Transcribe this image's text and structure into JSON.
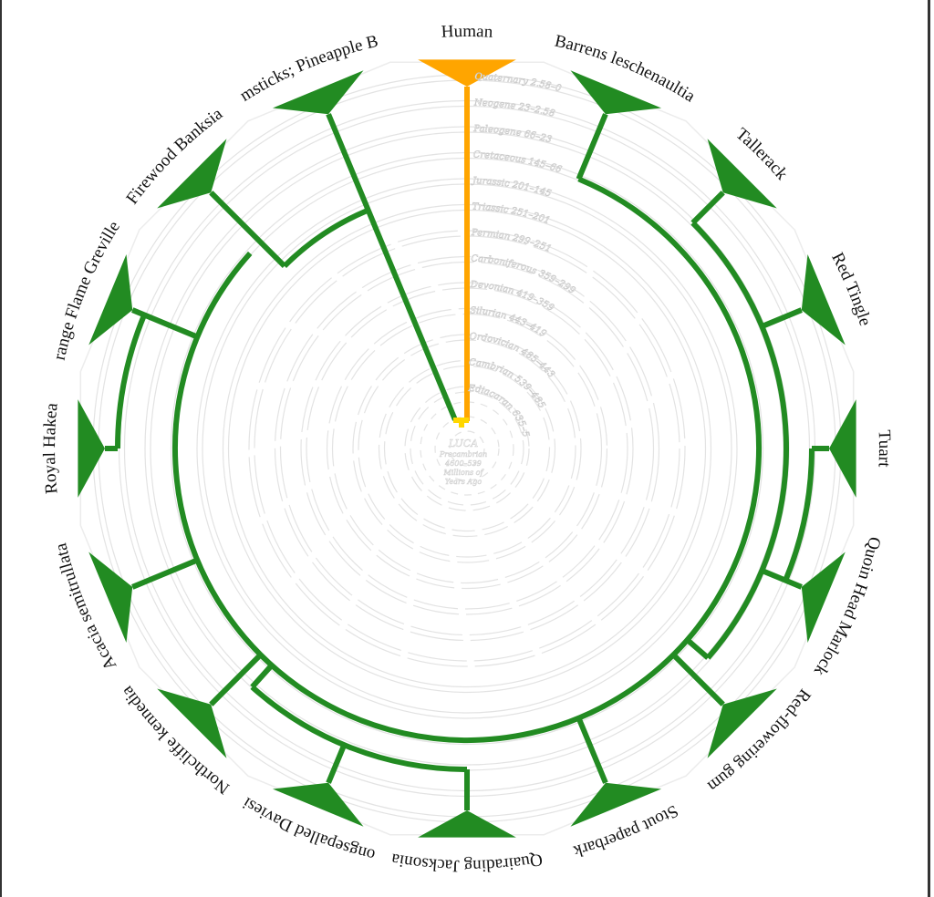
{
  "colors": {
    "human": "#FFA500",
    "plant": "#228B22",
    "luca": "#FFD700",
    "ring": "#e3e3e3",
    "outline": "#ececec"
  },
  "leaves": [
    {
      "label": "Human",
      "group": "human"
    },
    {
      "label": "Barrens leschenaultia",
      "group": "plant"
    },
    {
      "label": "Tallerack",
      "group": "plant"
    },
    {
      "label": "Red Tingle",
      "group": "plant"
    },
    {
      "label": "Tuart",
      "group": "plant"
    },
    {
      "label": "Quoin Head Marlock",
      "group": "plant"
    },
    {
      "label": "Red-flowering gum",
      "group": "plant"
    },
    {
      "label": "Stout paperbark",
      "group": "plant"
    },
    {
      "label": "Quairading Jacksonia",
      "group": "plant"
    },
    {
      "label": "ongsepalled Daviesi",
      "group": "plant"
    },
    {
      "label": "Northcliffe kennedia",
      "group": "plant"
    },
    {
      "label": "Acacia semitrullata",
      "group": "plant"
    },
    {
      "label": "Royal Hakea",
      "group": "plant"
    },
    {
      "label": "range Flame Greville",
      "group": "plant"
    },
    {
      "label": "Firewood Banksia",
      "group": "plant"
    },
    {
      "label": "msticks; Pineapple B",
      "group": "plant"
    }
  ],
  "eras": [
    "Quaternary 2.58–0",
    "Neogene 23–2.58",
    "Paleogene 66–23",
    "Cretaceous 145–66",
    "Jurassic 201–145",
    "Triassic 251–201",
    "Permian 299–251",
    "Carboniferous 359–299",
    "Devonian 419–359",
    "Silurian 443–419",
    "Ordovician 485–443",
    "Cambrian 539–485",
    "Ediacaran 635–539"
  ],
  "root": {
    "name": "LUCA",
    "era": "Precambrian",
    "range": "4600–539",
    "unit_line1": "Millions of",
    "unit_line2": "Years Ago"
  }
}
